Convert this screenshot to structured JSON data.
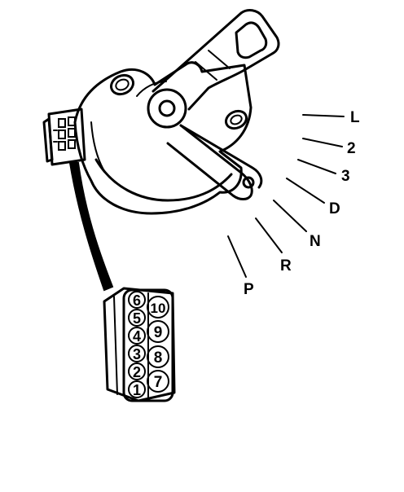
{
  "diagram": {
    "shift_positions": [
      "L",
      "2",
      "3",
      "D",
      "N",
      "R",
      "P"
    ],
    "connector_pins": {
      "left_column": [
        "6",
        "5",
        "4",
        "3",
        "2",
        "1"
      ],
      "right_column": [
        "10",
        "9",
        "8",
        "7"
      ]
    }
  }
}
